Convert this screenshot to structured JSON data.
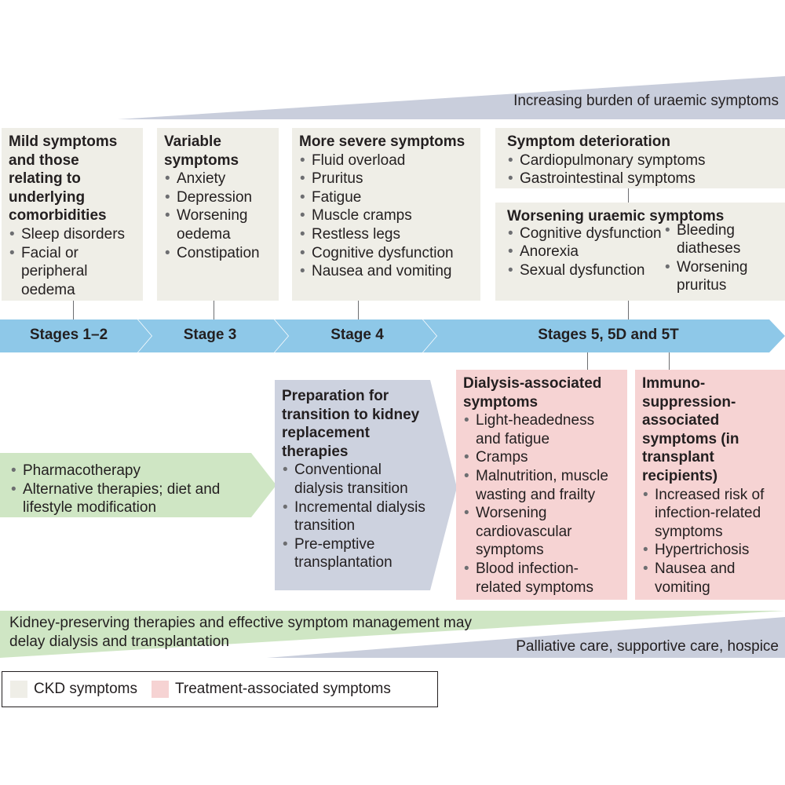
{
  "top_banner": "Increasing burden of uraemic symptoms",
  "ckd_boxes": {
    "mild": {
      "title": "Mild symptoms and those relating to underlying comorbidities",
      "items": [
        "Sleep disorders",
        "Facial or peripheral oedema"
      ]
    },
    "variable": {
      "title": "Variable symptoms",
      "items": [
        "Anxiety",
        "Depression",
        "Worsening oedema",
        "Constipation"
      ]
    },
    "severe": {
      "title": "More severe symptoms",
      "items": [
        "Fluid overload",
        "Pruritus",
        "Fatigue",
        "Muscle cramps",
        "Restless legs",
        "Cognitive dysfunction",
        "Nausea and vomiting"
      ]
    },
    "deterioration": {
      "title": "Symptom deterioration",
      "items": [
        "Cardiopulmonary symptoms",
        "Gastrointestinal symptoms"
      ]
    },
    "uraemic": {
      "title": "Worsening uraemic symptoms",
      "items_left": [
        "Cognitive dysfunction",
        "Anorexia",
        "Sexual dysfunction"
      ],
      "items_right": [
        "Bleeding diatheses",
        "Worsening pruritus"
      ]
    }
  },
  "stages": [
    "Stages 1–2",
    "Stage 3",
    "Stage 4",
    "Stages 5, 5D and 5T"
  ],
  "therapy_green": [
    "Pharmacotherapy",
    "Alternative therapies; diet and lifestyle modification"
  ],
  "preparation": {
    "title": "Preparation for transition to kidney replacement therapies",
    "items": [
      "Conventional dialysis transition",
      "Incremental dialysis transition",
      "Pre-emptive transplantation"
    ]
  },
  "treatment_boxes": {
    "dialysis": {
      "title": "Dialysis-associated symptoms",
      "items": [
        "Light-headedness and fatigue",
        "Cramps",
        "Malnutrition, muscle wasting and frailty",
        "Worsening cardiovascular symptoms",
        "Blood infection-related symptoms"
      ]
    },
    "immuno": {
      "title": "Immuno-suppression-associated symptoms (in transplant recipients)",
      "items": [
        "Increased risk of infection-related symptoms",
        "Hypertrichosis",
        "Nausea and vomiting"
      ]
    }
  },
  "bottom_green": "Kidney-preserving therapies and effective symptom management may delay dialysis and transplantation",
  "bottom_blue": "Palliative care, supportive care, hospice",
  "legend": {
    "ckd": "CKD symptoms",
    "treatment": "Treatment-associated symptoms"
  },
  "colors": {
    "ckd_box": "#efeee7",
    "treatment_box": "#f6d3d3",
    "stage_arrow": "#8ec8e8",
    "therapy_green": "#cfe6c4",
    "preparation_blue": "#cdd2df",
    "wedge_blue": "#c9cedc"
  }
}
